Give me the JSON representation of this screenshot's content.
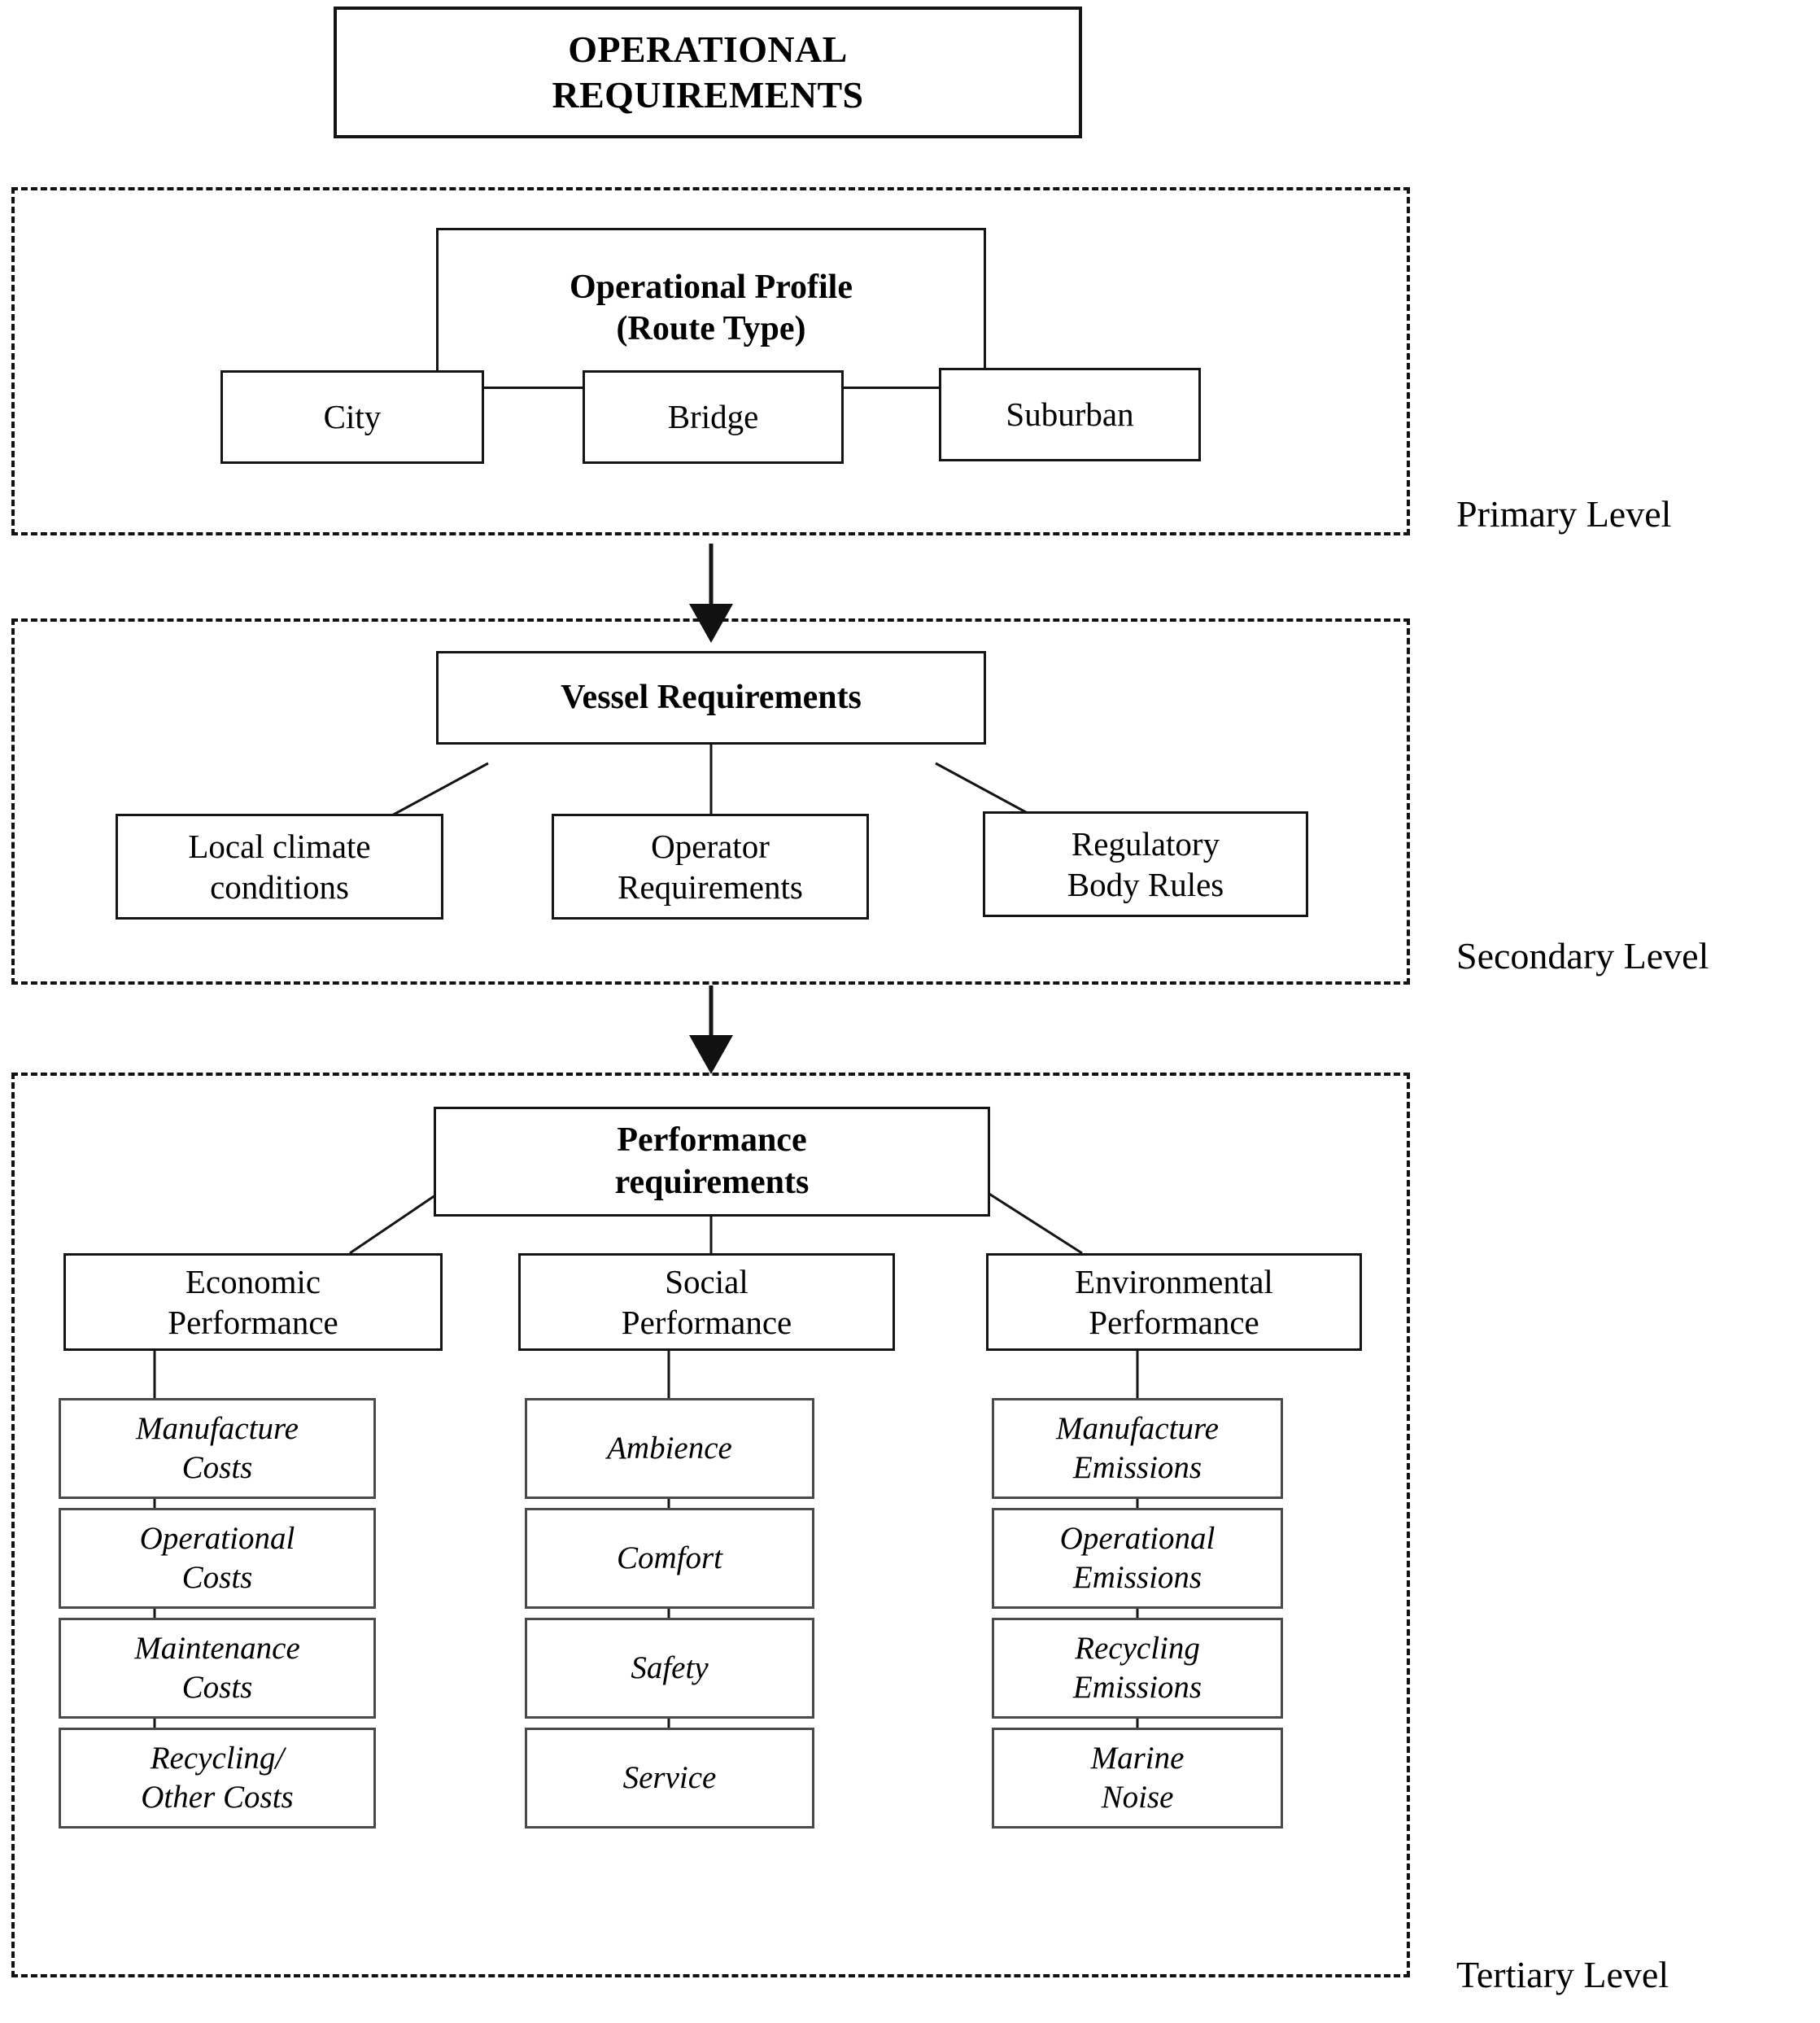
{
  "diagram": {
    "title": "OPERATIONAL REQUIREMENTS",
    "title_line1": "OPERATIONAL",
    "title_line2": "REQUIREMENTS"
  },
  "levels": [
    {
      "id": "primary",
      "label": "Primary Level"
    },
    {
      "id": "secondary",
      "label": "Secondary Level"
    },
    {
      "id": "tertiary",
      "label": "Tertiary Level"
    }
  ],
  "primary": {
    "root_line1": "Operational Profile",
    "root_line2": "(Route Type)",
    "children": [
      {
        "label": "City"
      },
      {
        "label": "Bridge"
      },
      {
        "label": "Suburban"
      }
    ]
  },
  "secondary": {
    "root": "Vessel Requirements",
    "children": [
      {
        "line1": "Local climate",
        "line2": "conditions"
      },
      {
        "line1": "Operator",
        "line2": "Requirements"
      },
      {
        "line1": "Regulatory",
        "line2": "Body Rules"
      }
    ]
  },
  "tertiary": {
    "root_line1": "Performance",
    "root_line2": "requirements",
    "columns": [
      {
        "head_line1": "Economic",
        "head_line2": "Performance",
        "items": [
          {
            "line1": "Manufacture",
            "line2": "Costs"
          },
          {
            "line1": "Operational",
            "line2": "Costs"
          },
          {
            "line1": "Maintenance",
            "line2": "Costs"
          },
          {
            "line1": "Recycling/",
            "line2": "Other Costs"
          }
        ]
      },
      {
        "head_line1": "Social",
        "head_line2": "Performance",
        "items": [
          {
            "line1": "Ambience",
            "line2": ""
          },
          {
            "line1": "Comfort",
            "line2": ""
          },
          {
            "line1": "Safety",
            "line2": ""
          },
          {
            "line1": "Service",
            "line2": ""
          }
        ]
      },
      {
        "head_line1": "Environmental",
        "head_line2": "Performance",
        "items": [
          {
            "line1": "Manufacture",
            "line2": "Emissions"
          },
          {
            "line1": "Operational",
            "line2": "Emissions"
          },
          {
            "line1": "Recycling",
            "line2": "Emissions"
          },
          {
            "line1": "Marine",
            "line2": "Noise"
          }
        ]
      }
    ]
  },
  "colors": {
    "stroke": "#141414",
    "leaf_stroke": "#4a4a4a",
    "dashed": "#111111",
    "background": "#ffffff",
    "text": "#000000"
  }
}
